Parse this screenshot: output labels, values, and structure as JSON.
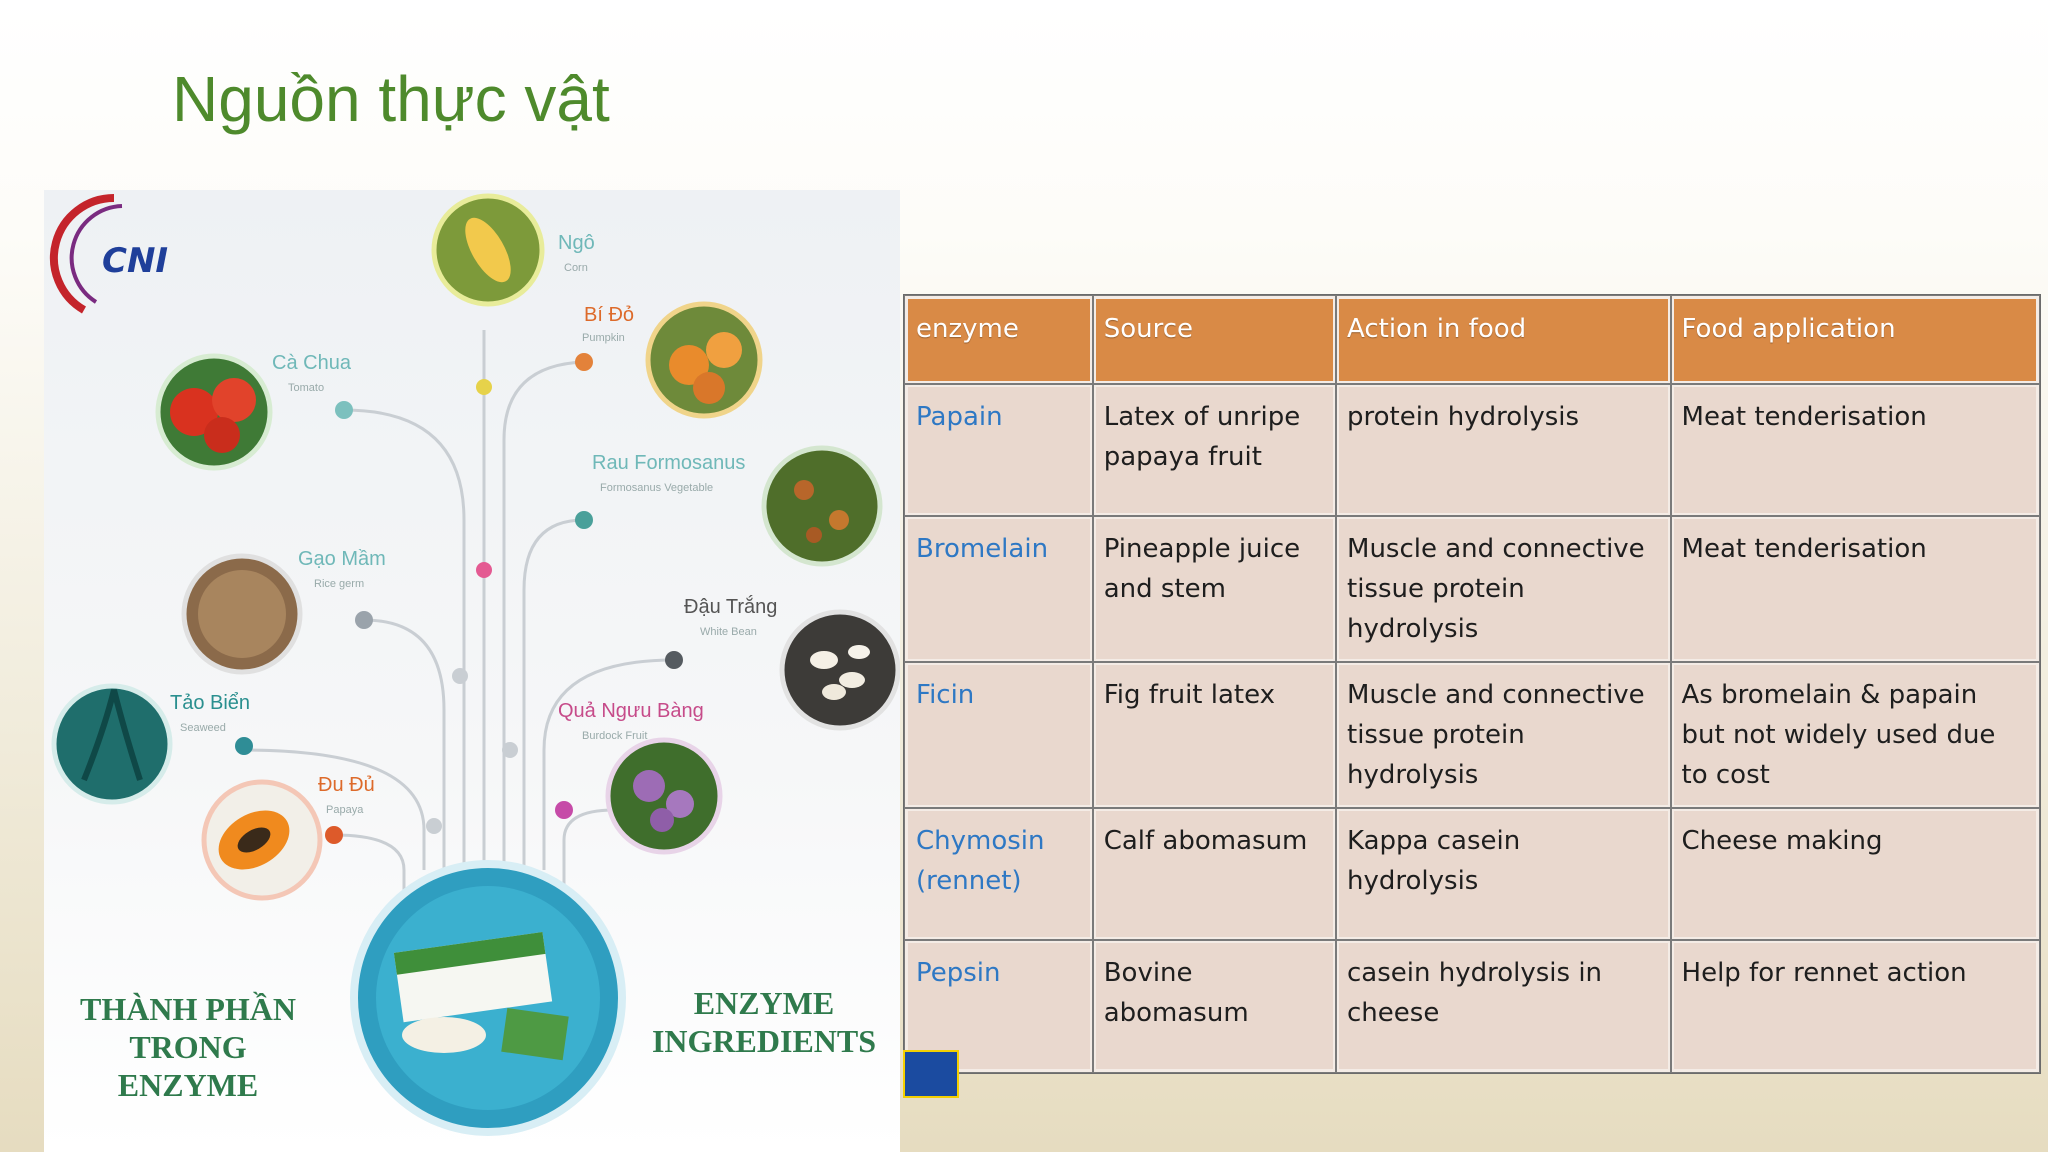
{
  "slide": {
    "title": "Nguồn thực vật"
  },
  "infographic": {
    "logo_text": "CNI",
    "plants": [
      {
        "label": "Ngô",
        "sub": "Corn"
      },
      {
        "label": "Bí Đỏ",
        "sub": "Pumpkin"
      },
      {
        "label": "Cà Chua",
        "sub": "Tomato"
      },
      {
        "label": "Rau Formosanus",
        "sub": "Formosanus Vegetable"
      },
      {
        "label": "Gạo Mầm",
        "sub": "Rice germ"
      },
      {
        "label": "Đậu Trắng",
        "sub": "White Bean"
      },
      {
        "label": "Tảo Biển",
        "sub": "Seaweed"
      },
      {
        "label": "Quả Ngưu Bàng",
        "sub": "Burdock Fruit"
      },
      {
        "label": "Đu Đủ",
        "sub": "Papaya"
      }
    ],
    "caption_left_1": "THÀNH PHẦN",
    "caption_left_2": "TRONG ENZYME",
    "caption_right_1": "ENZYME",
    "caption_right_2": "INGREDIENTS"
  },
  "table": {
    "headers": [
      "enzyme",
      "Source",
      "Action in food",
      "Food application"
    ],
    "rows": [
      {
        "enzyme": "Papain",
        "source": "Latex of unripe papaya fruit",
        "action": "protein hydrolysis",
        "application": "Meat tenderisation"
      },
      {
        "enzyme": "Bromelain",
        "source": "Pineapple juice and stem",
        "action": "Muscle and connective tissue protein hydrolysis",
        "application": "Meat tenderisation"
      },
      {
        "enzyme": "Ficin",
        "source": "Fig fruit latex",
        "action": "Muscle and connective tissue protein hydrolysis",
        "application": "As bromelain & papain but not widely used due to cost"
      },
      {
        "enzyme": "Chymosin (rennet)",
        "source": "Calf abomasum",
        "action": "Kappa casein hydrolysis",
        "application": "Cheese making"
      },
      {
        "enzyme": "Pepsin",
        "source": "Bovine abomasum",
        "action": "casein hydrolysis in cheese",
        "application": "Help for rennet action"
      }
    ]
  },
  "colors": {
    "title": "#4e8a2c",
    "table_header": "#d98a46",
    "table_cell": "#e9d8ce",
    "enzyme_name": "#2e78c4"
  }
}
